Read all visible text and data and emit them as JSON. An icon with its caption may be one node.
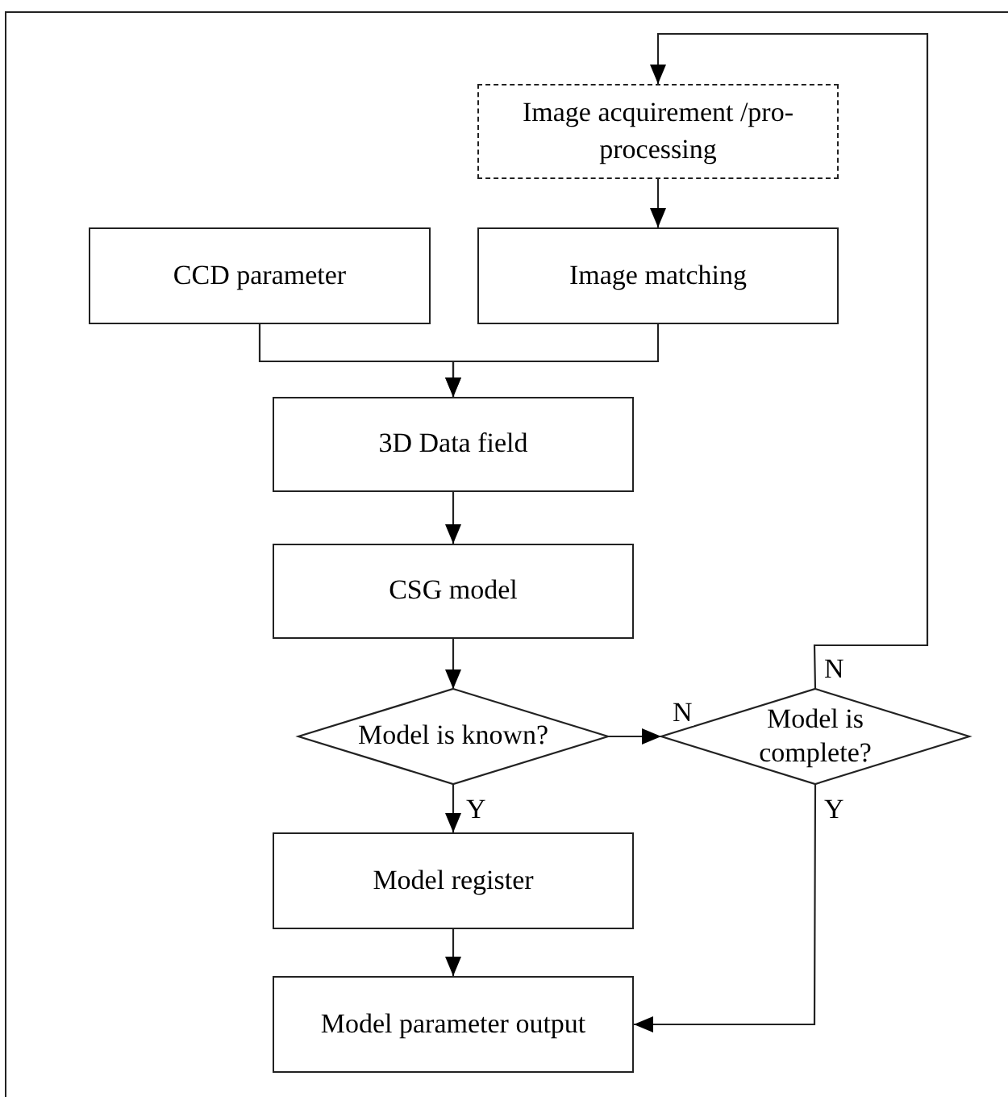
{
  "diagram": {
    "nodes": [
      {
        "text": [
          "Image acquirement /pro-processing"
        ]
      },
      {
        "text": [
          "CCD parameter"
        ]
      },
      {
        "text": [
          "Image matching"
        ]
      },
      {
        "text": [
          "3D Data field"
        ]
      },
      {
        "text": [
          "CSG model"
        ]
      },
      {
        "text": [
          "Model is known?"
        ]
      },
      {
        "text": [
          "Model is complete?"
        ]
      },
      {
        "text": [
          "Model register"
        ]
      },
      {
        "text": [
          "Model parameter output"
        ]
      }
    ],
    "edges": [
      {
        "from": 0,
        "to": 2,
        "arrow": "to"
      },
      {
        "from": 1,
        "to": 3,
        "arrow": "to"
      },
      {
        "from": 2,
        "to": 3,
        "arrow": "to"
      },
      {
        "from": 3,
        "to": 4,
        "arrow": "to"
      },
      {
        "from": 4,
        "to": 5,
        "arrow": "to"
      },
      {
        "from": 5,
        "to": 6,
        "arrow": "to",
        "label": "N"
      },
      {
        "from": 6,
        "to": 0,
        "arrow": "to",
        "label": "N"
      },
      {
        "from": 5,
        "to": 7,
        "arrow": "to",
        "label": "Y"
      },
      {
        "from": 7,
        "to": 8,
        "arrow": "to"
      },
      {
        "from": 6,
        "to": 8,
        "arrow": "to",
        "label": "Y"
      }
    ]
  }
}
